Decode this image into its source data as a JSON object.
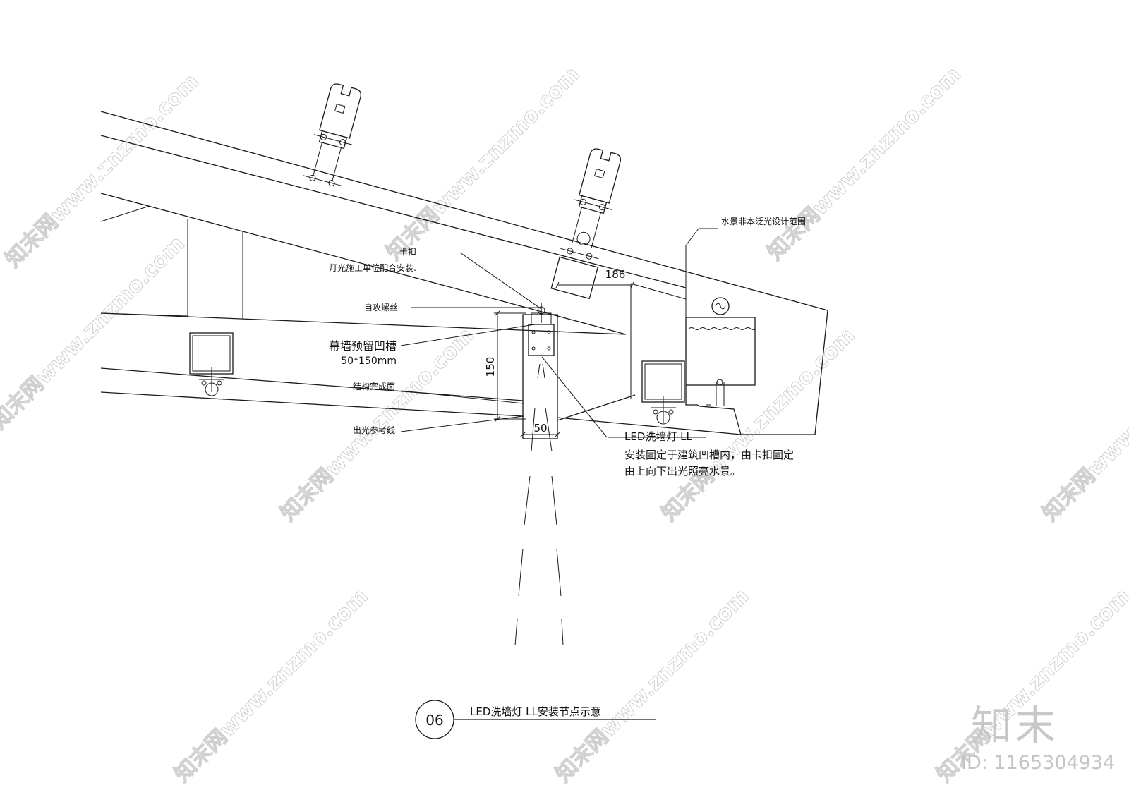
{
  "labels": {
    "clip": "卡扣",
    "clip_note": "灯光施工单位配合安装.",
    "screw": "自攻螺丝",
    "groove_title": "幕墙预留凹槽",
    "groove_size": "50*150mm",
    "structure_surface": "结构完成面",
    "light_reference": "出光参考线",
    "led_title": "LED洗墙灯 LL",
    "led_note_1": "安装固定于建筑凹槽内，由卡扣固定",
    "led_note_2": "由上向下出光照亮水景。",
    "water_scope": "水景非本泛光设计范围"
  },
  "dimensions": {
    "d186": "186",
    "d150": "150",
    "d50": "50"
  },
  "title_block": {
    "number": "06",
    "title": "LED洗墙灯 LL安装节点示意"
  },
  "watermark": {
    "text": "知末网www.znzmo.com",
    "brand": "知末",
    "id": "ID: 1165304934"
  }
}
